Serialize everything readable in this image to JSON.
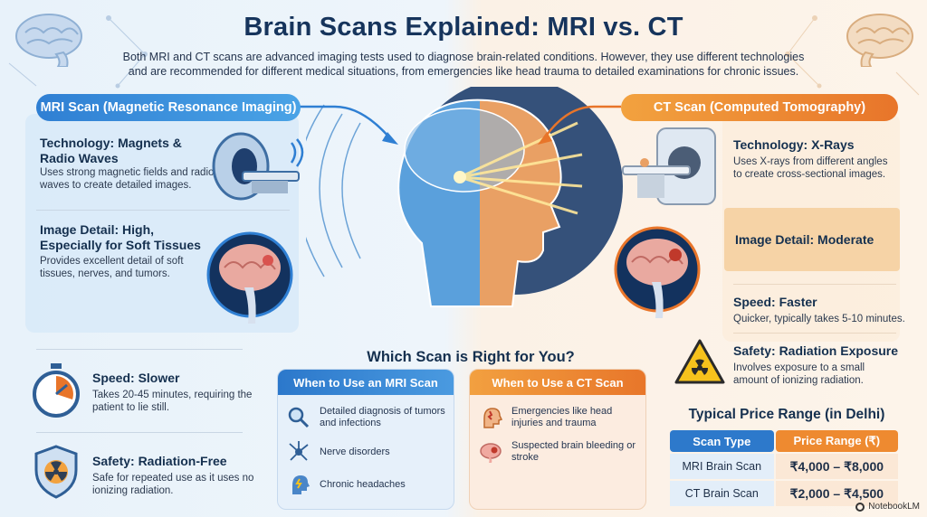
{
  "title": "Brain Scans Explained: MRI vs. CT",
  "intro": "Both MRI and CT scans are advanced imaging tests used to diagnose brain-related conditions. However, they use different technologies and are recommended for different medical situations, from emergencies like head trauma to detailed examinations for chronic issues.",
  "mri": {
    "header": "MRI Scan (Magnetic Resonance Imaging)",
    "technology": {
      "title": "Technology: Magnets & Radio Waves",
      "body": "Uses strong magnetic fields and radio waves to create detailed images."
    },
    "detail": {
      "title": "Image Detail: High, Especially for Soft Tissues",
      "body": "Provides excellent detail of soft tissues, nerves, and tumors."
    },
    "speed": {
      "title": "Speed: Slower",
      "body": "Takes 20-45 minutes, requiring the patient to lie still."
    },
    "safety": {
      "title": "Safety: Radiation-Free",
      "body": "Safe for repeated use as it uses no ionizing radiation."
    }
  },
  "ct": {
    "header": "CT Scan (Computed Tomography)",
    "technology": {
      "title": "Technology: X-Rays",
      "body": "Uses X-rays from different angles to create cross-sectional images."
    },
    "detail": {
      "title": "Image Detail: Moderate"
    },
    "speed": {
      "title": "Speed: Faster",
      "body": "Quicker, typically takes 5-10 minutes."
    },
    "safety": {
      "title": "Safety: Radiation Exposure",
      "body": "Involves exposure to a small amount of ionizing radiation."
    }
  },
  "which": {
    "title": "Which Scan is Right for You?",
    "mri_card": {
      "header": "When to Use an MRI Scan",
      "items": [
        "Detailed diagnosis of tumors and infections",
        "Nerve disorders",
        "Chronic headaches"
      ]
    },
    "ct_card": {
      "header": "When to Use a CT Scan",
      "items": [
        "Emergencies like head injuries and trauma",
        "Suspected brain bleeding or stroke"
      ]
    }
  },
  "prices": {
    "title": "Typical Price Range (in Delhi)",
    "columns": [
      "Scan Type",
      "Price Range (₹)"
    ],
    "rows": [
      [
        "MRI Brain Scan",
        "₹4,000 – ₹8,000"
      ],
      [
        "CT Brain Scan",
        "₹2,000 – ₹4,500"
      ]
    ]
  },
  "brand": "NotebookLM",
  "colors": {
    "mri_accent": "#2f7fd3",
    "ct_accent": "#e8752a",
    "title": "#16345c"
  }
}
